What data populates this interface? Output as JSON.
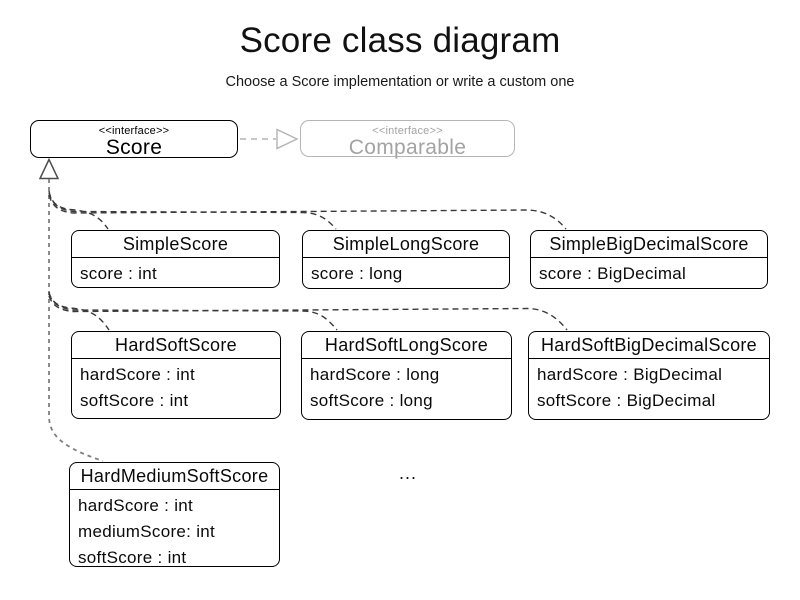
{
  "header": {
    "title": "Score class diagram",
    "subtitle": "Choose a Score implementation or write a custom one"
  },
  "interfaces": {
    "score": {
      "stereotype": "<<interface>>",
      "name": "Score"
    },
    "comparable": {
      "stereotype": "<<interface>>",
      "name": "Comparable"
    }
  },
  "classes": [
    {
      "name": "SimpleScore",
      "attrs": [
        "score : int"
      ]
    },
    {
      "name": "SimpleLongScore",
      "attrs": [
        "score : long"
      ]
    },
    {
      "name": "SimpleBigDecimalScore",
      "attrs": [
        "score : BigDecimal"
      ]
    },
    {
      "name": "HardSoftScore",
      "attrs": [
        "hardScore : int",
        "softScore : int"
      ]
    },
    {
      "name": "HardSoftLongScore",
      "attrs": [
        "hardScore : long",
        "softScore : long"
      ]
    },
    {
      "name": "HardSoftBigDecimalScore",
      "attrs": [
        "hardScore : BigDecimal",
        "softScore : BigDecimal"
      ]
    },
    {
      "name": "HardMediumSoftScore",
      "attrs": [
        "hardScore : int",
        "mediumScore: int",
        "softScore : int"
      ]
    }
  ],
  "ellipsis": "...",
  "colors": {
    "box_border": "#000000",
    "muted_border": "#b5b5b5",
    "muted_text": "#a3a3a3",
    "edge": "#3a3a3a",
    "trunk": "#7f7f7f",
    "dependency": "#b3b3b3"
  }
}
